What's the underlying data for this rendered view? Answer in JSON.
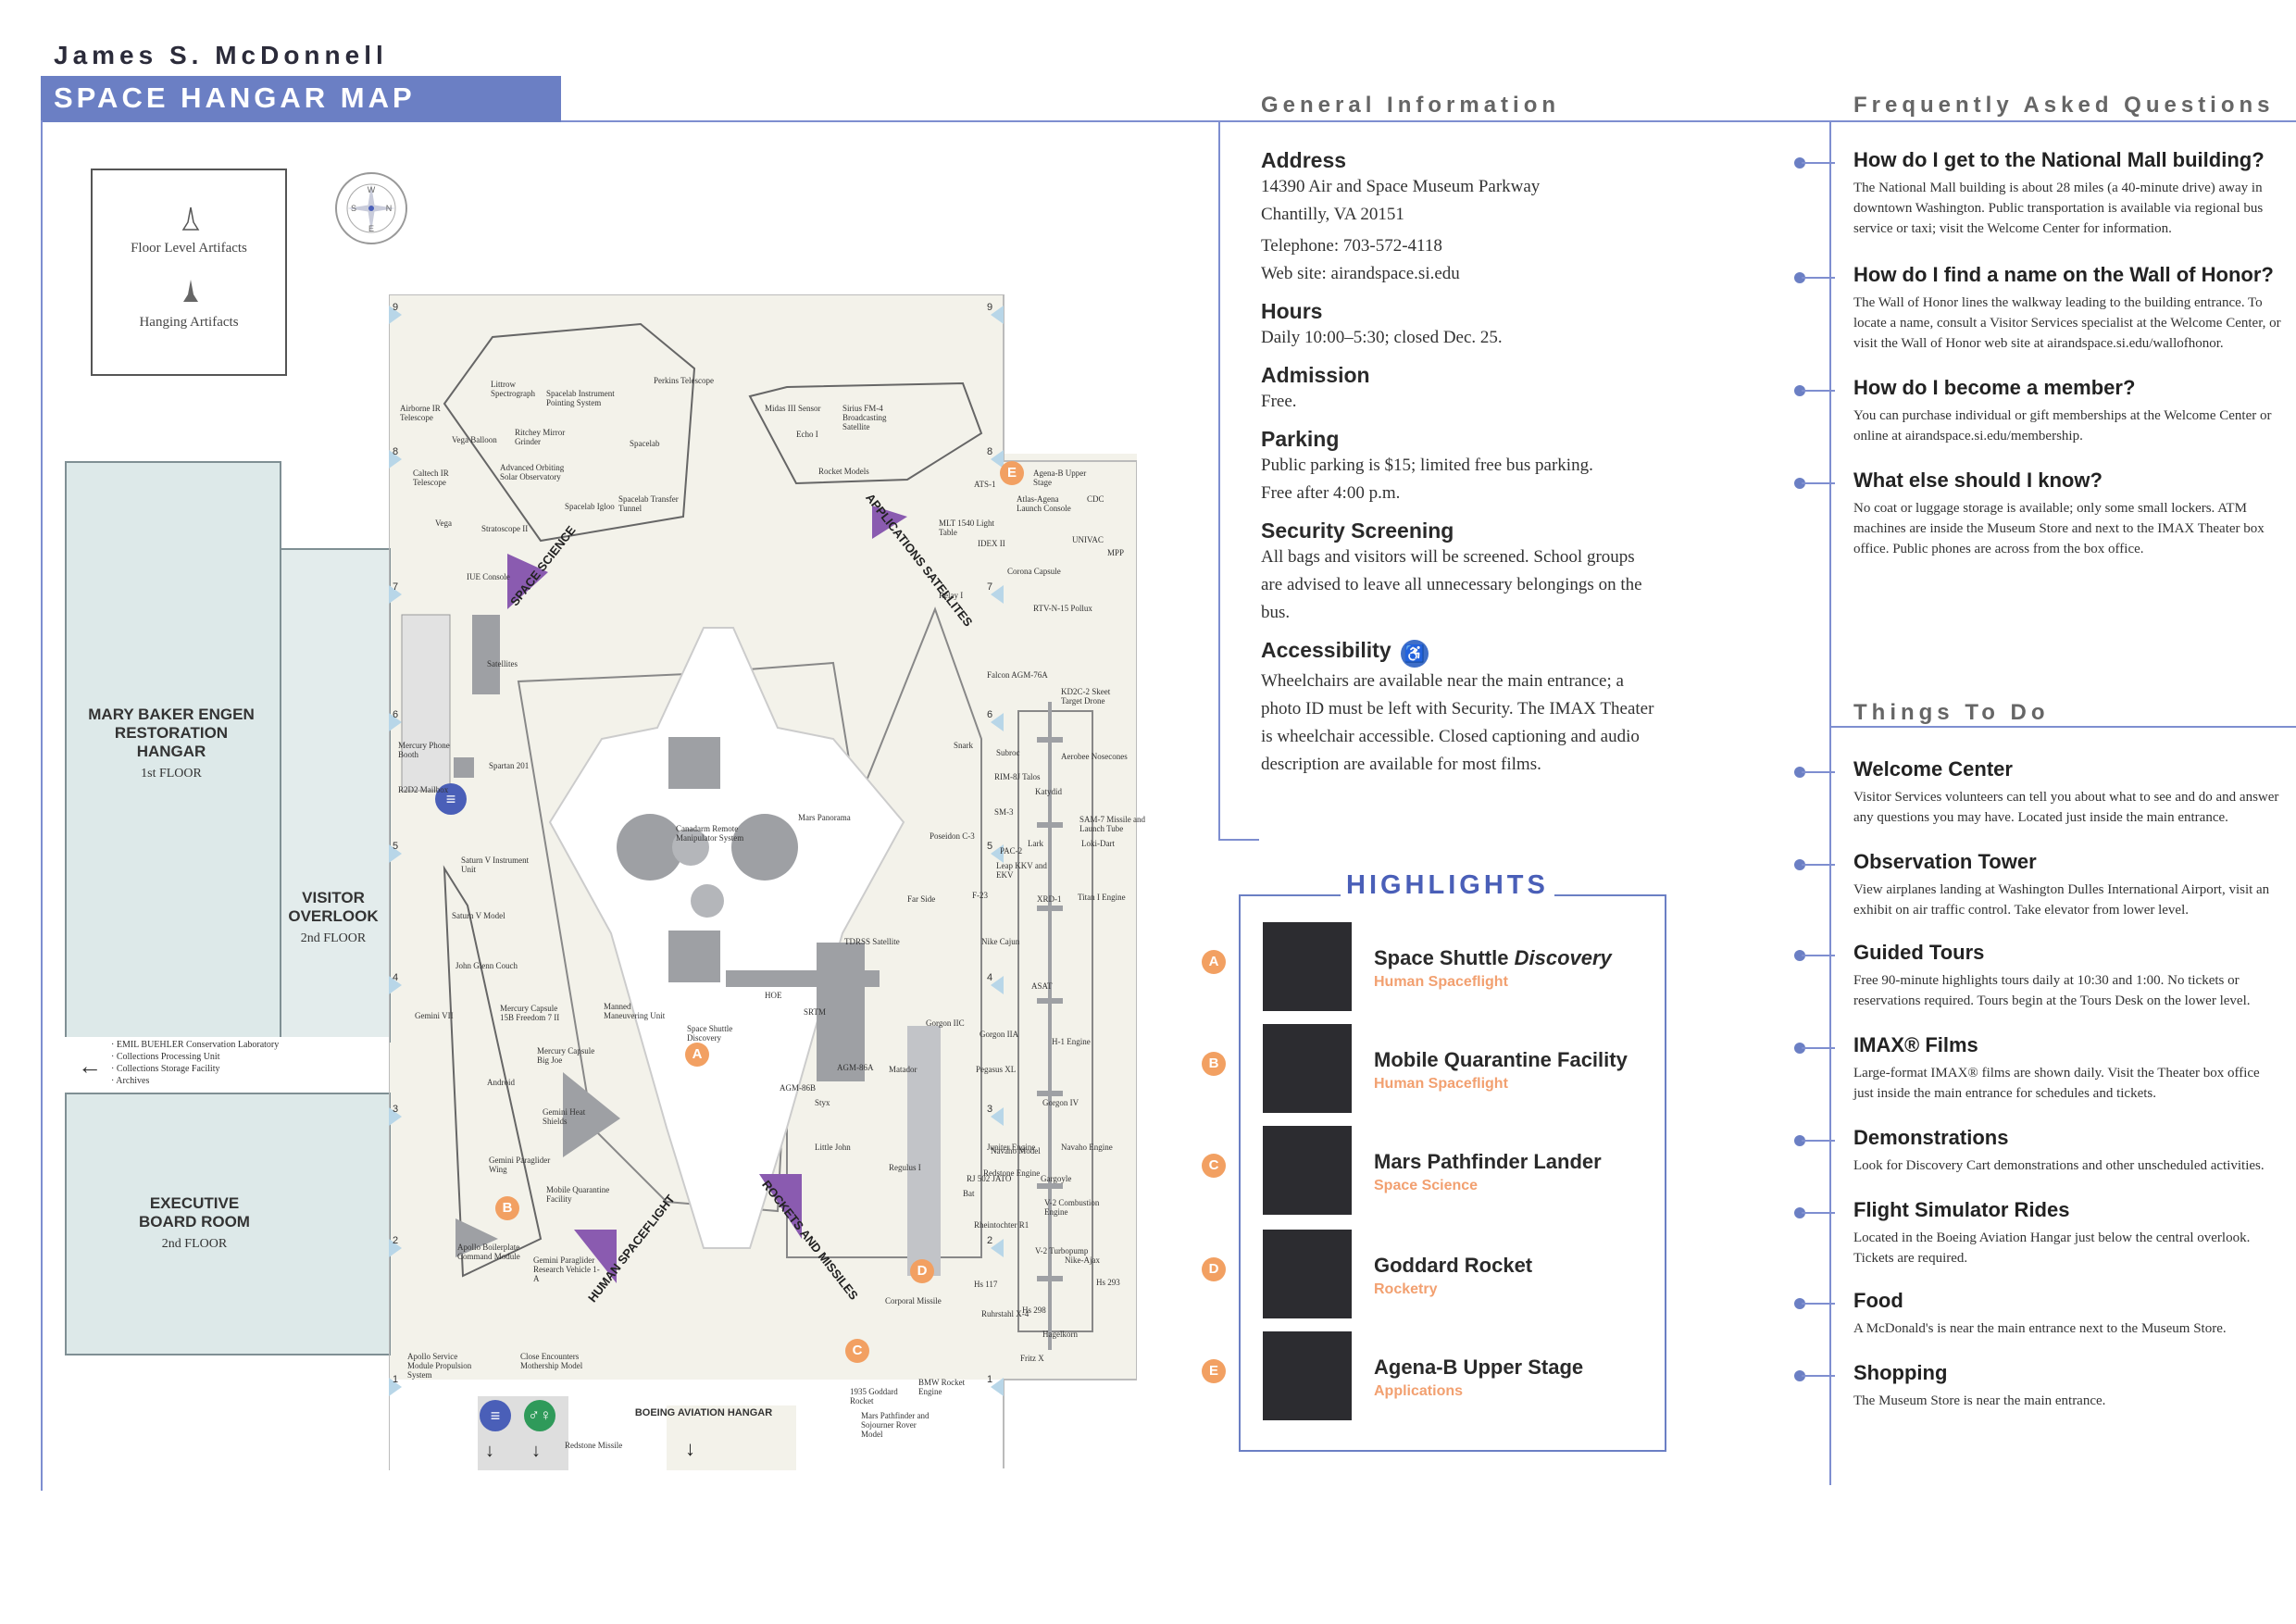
{
  "header": {
    "brand": "James S. McDonnell",
    "title": "SPACE HANGAR MAP"
  },
  "legend": {
    "floor_label": "Floor Level Artifacts",
    "hanging_label": "Hanging Artifacts",
    "compass": {
      "n": "N",
      "s": "S",
      "e": "E",
      "w": "W"
    }
  },
  "map": {
    "restoration": {
      "name": "MARY BAKER ENGEN RESTORATION HANGAR",
      "floor": "1st FLOOR"
    },
    "visitor_overlook": {
      "name": "VISITOR OVERLOOK",
      "floor": "2nd FLOOR"
    },
    "executive": {
      "name": "EXECUTIVE BOARD ROOM",
      "floor": "2nd FLOOR"
    },
    "boeing": "BOEING AVIATION HANGAR",
    "directions": [
      "EMIL BUEHLER Conservation Laboratory",
      "Collections Processing Unit",
      "Collections Storage Facility",
      "Archives"
    ],
    "zones": [
      "SPACE SCIENCE",
      "APPLICATIONS SATELLITES",
      "ROCKETS AND MISSILES",
      "HUMAN SPACEFLIGHT"
    ],
    "columns": [
      "9",
      "8",
      "7",
      "6",
      "5",
      "4",
      "3",
      "2",
      "1"
    ],
    "artifacts": [
      "Airborne IR Telescope",
      "Littrow Spectrograph",
      "Spacelab Instrument Pointing System",
      "Perkins Telescope",
      "Vega Balloon",
      "Ritchey Mirror Grinder",
      "Spacelab",
      "Caltech IR Telescope",
      "Advanced Orbiting Solar Observatory",
      "Spacelab Igloo",
      "Spacelab Transfer Tunnel",
      "Vega",
      "Stratoscope II",
      "IUE Console",
      "Midas III Sensor",
      "Sirius FM-4 Broadcasting Satellite",
      "Echo I",
      "Rocket Models",
      "ATS-1",
      "Agena-B Upper Stage",
      "Atlas-Agena Launch Console",
      "CDC",
      "MLT 1540 Light Table",
      "IDEX II",
      "UNIVAC",
      "MPP",
      "Corona Capsule",
      "Relay I",
      "RTV-N-15 Pollux",
      "Falcon AGM-76A",
      "KD2C-2 Skeet Target Drone",
      "Snark",
      "Subroc",
      "Aerobee Nosecones",
      "RIM-8J Talos",
      "Katydid",
      "SM-3",
      "SAM-7 Missile and Launch Tube",
      "Poseidon C-3",
      "Lark",
      "PAC-2",
      "Loki-Dart",
      "Leap KKV and EKV",
      "XRD-1",
      "F-23",
      "Titan I Engine",
      "Far Side",
      "Nike Cajun",
      "ASAT",
      "H-1 Engine",
      "Gorgon IV",
      "Gorgon IIC",
      "Gorgon IIA",
      "Pegasus XL",
      "Jupiter Engine",
      "Navaho Engine",
      "Navaho Model",
      "Redstone Engine",
      "Gargoyle",
      "RJ 502 JATO",
      "V-2 Combustion Engine",
      "Rheintochter R1",
      "V-2 Turbopump",
      "Bat",
      "Nike-Ajax",
      "Hs 293",
      "Hs 117",
      "Ruhrstahl X-4",
      "Hs 298",
      "Hagelkorn",
      "Fritz X",
      "BMW Rocket Engine",
      "Corporal Missile",
      "1935 Goddard Rocket",
      "Mars Pathfinder and Sojourner Rover Model",
      "Mars Panorama",
      "Canadarm Remote Manipulator System",
      "TDRSS Satellite",
      "HOE",
      "SRTM",
      "AGM-86A",
      "AGM-86B",
      "Matador",
      "Styx",
      "Little John",
      "Regulus I",
      "Space Shuttle Discovery",
      "Manned Maneuvering Unit",
      "Satellites",
      "Spartan 201",
      "Mercury Phone Booth",
      "R2D2 Mailbox",
      "Saturn V Instrument Unit",
      "Saturn V Model",
      "John Glenn Couch",
      "Mercury Capsule 15B Freedom 7 II",
      "Mercury Capsule Big Joe",
      "Gemini VII",
      "Android",
      "Gemini Heat Shields",
      "Gemini Paraglider Wing",
      "Mobile Quarantine Facility",
      "Apollo Boilerplate Command Module",
      "Gemini Paraglider Research Vehicle 1-A",
      "Apollo Service Module Propulsion System",
      "Close Encounters Mothership Model",
      "Redstone Missile"
    ]
  },
  "general_info": {
    "heading": "General Information",
    "address_h": "Address",
    "address_1": "14390 Air and Space Museum Parkway",
    "address_2": "Chantilly, VA 20151",
    "telephone": "Telephone: 703-572-4118",
    "website": "Web site: airandspace.si.edu",
    "hours_h": "Hours",
    "hours": "Daily 10:00–5:30; closed Dec. 25.",
    "admission_h": "Admission",
    "admission": "Free.",
    "parking_h": "Parking",
    "parking_1": "Public parking is $15; limited free bus parking.",
    "parking_2": "Free after 4:00 p.m.",
    "security_h": "Security Screening",
    "security": "All bags and visitors will be screened. School groups are advised to leave all unnecessary belongings on the bus.",
    "access_h": "Accessibility",
    "access": "Wheelchairs are available near the main entrance; a photo ID must be left with Security. The IMAX Theater is wheelchair accessible. Closed captioning and audio description are available for most films."
  },
  "highlights": {
    "heading": "HIGHLIGHTS",
    "items": [
      {
        "badge": "A",
        "name": "Space Shuttle ",
        "name_em": "Discovery",
        "cat": "Human Spaceflight"
      },
      {
        "badge": "B",
        "name": "Mobile Quarantine Facility",
        "name_em": "",
        "cat": "Human Spaceflight"
      },
      {
        "badge": "C",
        "name": "Mars Pathfinder Lander",
        "name_em": "",
        "cat": "Space Science"
      },
      {
        "badge": "D",
        "name": "Goddard Rocket",
        "name_em": "",
        "cat": "Rocketry"
      },
      {
        "badge": "E",
        "name": "Agena-B Upper Stage",
        "name_em": "",
        "cat": "Applications"
      }
    ]
  },
  "faq": {
    "heading": "Frequently Asked Questions",
    "items": [
      {
        "q": "How do I get to the National Mall building?",
        "a": "The National Mall building is about 28 miles (a 40-minute drive) away in downtown Washington. Public transportation is available via regional bus service or taxi; visit the Welcome Center for information."
      },
      {
        "q": "How do I find a name on the Wall of Honor?",
        "a": "The Wall of Honor lines the walkway leading to the building entrance. To locate a name, consult a Visitor Services specialist at the Welcome Center, or visit the Wall of Honor web site at airandspace.si.edu/wallofhonor."
      },
      {
        "q": "How do I become a member?",
        "a": "You can purchase individual or gift memberships at the Welcome Center or online at airandspace.si.edu/membership."
      },
      {
        "q": "What else should I know?",
        "a": "No coat or luggage storage is available; only some small lockers. ATM machines are inside the Museum Store and next to the IMAX Theater box office. Public phones are across from the box office."
      }
    ]
  },
  "things": {
    "heading": "Things To Do",
    "items": [
      {
        "q": "Welcome Center",
        "a": "Visitor Services volunteers can tell you about what to see and do and answer any questions you may have. Located just inside the main entrance."
      },
      {
        "q": "Observation Tower",
        "a": "View airplanes landing at Washington Dulles International Airport, visit an exhibit on air traffic control. Take elevator from lower level."
      },
      {
        "q": "Guided Tours",
        "a": "Free 90-minute highlights tours daily at 10:30 and 1:00. No tickets or reservations required. Tours begin at the Tours Desk on the lower level."
      },
      {
        "q": "IMAX® Films",
        "a": "Large-format IMAX® films are shown daily. Visit the Theater box office just inside the main entrance for schedules and tickets."
      },
      {
        "q": "Demonstrations",
        "a": "Look for Discovery Cart demonstrations and other unscheduled activities."
      },
      {
        "q": "Flight Simulator Rides",
        "a": "Located in the Boeing Aviation Hangar just below the central overlook. Tickets are required."
      },
      {
        "q": "Food",
        "a": "A McDonald's is near the main entrance next to the Museum Store."
      },
      {
        "q": "Shopping",
        "a": "The Museum Store is near the main entrance."
      }
    ]
  },
  "colors": {
    "accent": "#6b7fc4",
    "highlight": "#f2a062",
    "zone": "#8a5bb0",
    "map_bg": "#f3f2ea"
  }
}
